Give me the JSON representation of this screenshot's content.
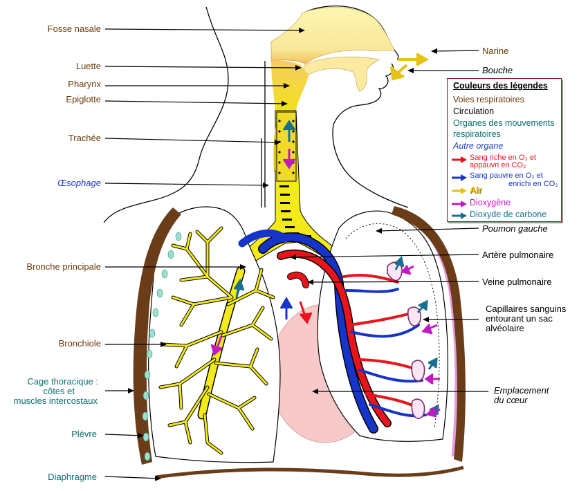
{
  "labels": {
    "fosse_nasale": "Fosse nasale",
    "luette": "Luette",
    "pharynx": "Pharynx",
    "epiglotte": "Epiglotte",
    "trachee": "Trachée",
    "oesophage": "Œsophage",
    "bronche_principale": "Bronche principale",
    "bronchiole": "Bronchiole",
    "cage_line1": "Cage thoracique :",
    "cage_line2": "côtes et",
    "cage_line3": "muscles intercostaux",
    "plevre": "Plèvre",
    "diaphragme": "Diaphragme",
    "narine": "Narine",
    "bouche": "Bouche",
    "poumon_gauche": "Poumon gauche",
    "artere_pulmonaire": "Artère pulmonaire",
    "veine_pulmonaire": "Veine pulmonaire",
    "capillaires_line1": "Capillaires sanguins",
    "capillaires_line2": "entourant un sac",
    "capillaires_line3": "alvéolaire",
    "coeur_line1": "Emplacement",
    "coeur_line2": "du cœur"
  },
  "legend": {
    "title": "Couleurs des légendes",
    "voies": "Voies respiratoires",
    "circulation": "Circulation",
    "organes_line1": "Organes des mouvements",
    "organes_line2": "respiratoires",
    "autre": "Autre organe",
    "sang_riche_line1": "Sang riche en O₂ et",
    "sang_riche_line2": "appauvri en CO₂",
    "sang_pauvre_line1": "Sang pauvre en O₂ et",
    "sang_pauvre_line2": "enrichi en CO₂",
    "air": "Air",
    "dioxygene": "Dioxygène",
    "dioxyde": "Dioxyde de carbone"
  },
  "colors": {
    "airway_yellow": "#f2ea1c",
    "nasal_yellow": "#fbf3a4",
    "blood_red": "#e8141c",
    "blood_blue": "#1634c8",
    "o2_magenta": "#c21ac2",
    "co2_teal": "#1a6f8f",
    "air_gold": "#e8c210",
    "label_brown": "#6b3a0b",
    "label_teal": "#0a6f73",
    "label_blue": "#1f3fcf",
    "heart_pink": "#f8c9c9",
    "pleura_pink": "#e99be0",
    "rib_brown": "#6a3d18"
  }
}
